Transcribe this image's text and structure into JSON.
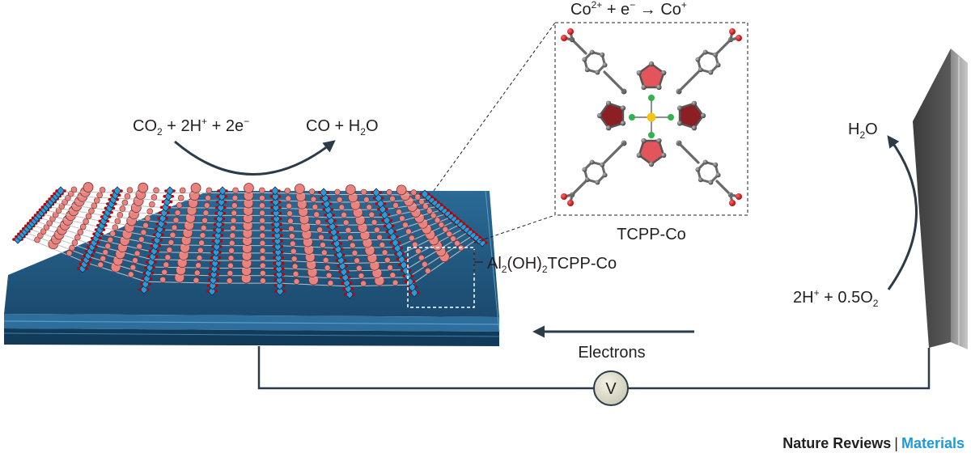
{
  "reaction_top": {
    "reactants": {
      "co": "CO",
      "co_sub": "2",
      "plus1": " + 2H",
      "hplus": "+",
      "plus2": " + 2e",
      "eminus": "−"
    },
    "products": {
      "co": "CO + H",
      "h_sub": "2",
      "o": "O"
    }
  },
  "cobalt_reduction": {
    "co1": "Co",
    "sup1": "2+",
    "mid": " + e",
    "eminus": "−",
    "arrow": " → Co",
    "sup2": "+"
  },
  "molecule_label": "TCPP-Co",
  "mof_label": {
    "a": "Al",
    "sub1": "2",
    "b": "(OH)",
    "sub2": "2",
    "c": "TCPP-Co"
  },
  "anode_reaction": {
    "product": {
      "h": "H",
      "sub": "2",
      "o": "O"
    },
    "reactant": {
      "a": "2H",
      "sup": "+",
      "b": " + 0.5O",
      "sub": "2"
    }
  },
  "electrons_label": "Electrons",
  "voltmeter_label": "V",
  "credit": {
    "journal": "Nature Reviews",
    "separator": "|",
    "section": "Materials"
  },
  "colors": {
    "electrode": "#1d4e73",
    "pink": "#e8837f",
    "blue": "#2d9ad6",
    "arrow": "#2b3b48",
    "anode": "#4a4a4a"
  }
}
